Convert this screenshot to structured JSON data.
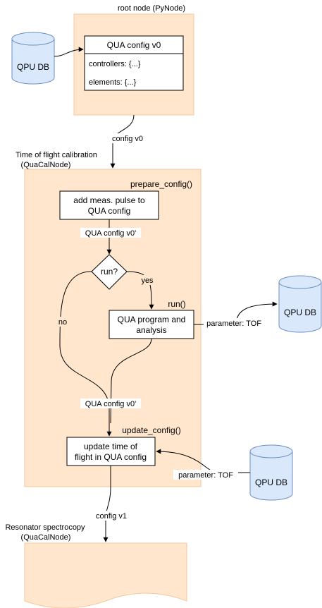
{
  "root_node": {
    "title": "root node (PyNode)",
    "config_box": {
      "header": "QUA config v0",
      "rows": [
        "controllers: {...}",
        "elements: {...}"
      ]
    }
  },
  "db_labels": {
    "top_left": "QPU DB",
    "right_middle": "QPU DB",
    "right_bottom": "QPU DB"
  },
  "edges": {
    "config_v0": "config v0",
    "qua_config_v0_prime_top": "QUA config v0'",
    "yes": "yes",
    "no": "no",
    "param_tof_out": "parameter: TOF",
    "qua_config_v0_prime_bottom": "QUA config v0'",
    "param_tof_in": "parameter: TOF",
    "config_v1": "config v1"
  },
  "tof_node": {
    "title_line1": "Time of flight calibration",
    "title_line2": "(QuaCalNode)",
    "prepare_label": "prepare_config()",
    "prepare_box": [
      "add meas. pulse to",
      "QUA config"
    ],
    "decision": "run?",
    "run_label": "run()",
    "run_box": [
      "QUA program and",
      "analysis"
    ],
    "update_label": "update_config()",
    "update_box": [
      "update time of",
      "flight in QUA config"
    ]
  },
  "resonator_node": {
    "title_line1": "Resonator spectrocopy",
    "title_line2": "(QuaCalNode)"
  },
  "colors": {
    "node_fill": "#FFE6CC",
    "node_stroke": "#F5C89A",
    "db_fill": "#DAE8FC",
    "db_stroke": "#6C8EBF",
    "line": "#000000"
  }
}
